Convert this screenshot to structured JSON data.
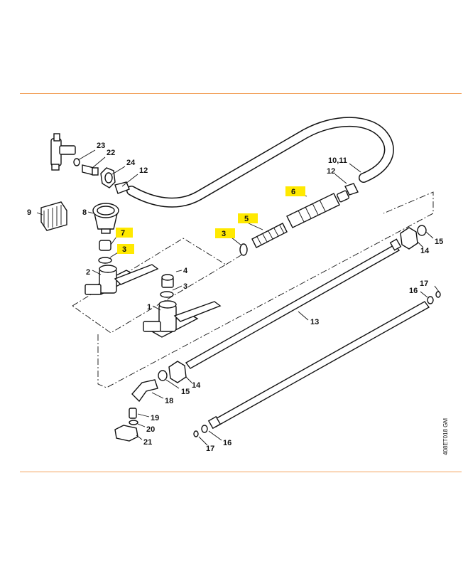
{
  "callouts": [
    {
      "id": "c23",
      "text": "23",
      "highlight": false
    },
    {
      "id": "c22",
      "text": "22",
      "highlight": false
    },
    {
      "id": "c24",
      "text": "24",
      "highlight": false
    },
    {
      "id": "c12a",
      "text": "12",
      "highlight": false
    },
    {
      "id": "c1011",
      "text": "10,11",
      "highlight": false
    },
    {
      "id": "c12b",
      "text": "12",
      "highlight": false
    },
    {
      "id": "c6",
      "text": "6",
      "highlight": true
    },
    {
      "id": "c9",
      "text": "9",
      "highlight": false
    },
    {
      "id": "c8",
      "text": "8",
      "highlight": false
    },
    {
      "id": "c7",
      "text": "7",
      "highlight": true
    },
    {
      "id": "c3a",
      "text": "3",
      "highlight": true
    },
    {
      "id": "c5",
      "text": "5",
      "highlight": true
    },
    {
      "id": "c3b",
      "text": "3",
      "highlight": true
    },
    {
      "id": "c2",
      "text": "2",
      "highlight": false
    },
    {
      "id": "c4",
      "text": "4",
      "highlight": false
    },
    {
      "id": "c3c",
      "text": "3",
      "highlight": false
    },
    {
      "id": "c1",
      "text": "1",
      "highlight": false
    },
    {
      "id": "c15a",
      "text": "15",
      "highlight": false
    },
    {
      "id": "c14a",
      "text": "14",
      "highlight": false
    },
    {
      "id": "c17a",
      "text": "17",
      "highlight": false
    },
    {
      "id": "c16a",
      "text": "16",
      "highlight": false
    },
    {
      "id": "c13",
      "text": "13",
      "highlight": false
    },
    {
      "id": "c14b",
      "text": "14",
      "highlight": false
    },
    {
      "id": "c15b",
      "text": "15",
      "highlight": false
    },
    {
      "id": "c18",
      "text": "18",
      "highlight": false
    },
    {
      "id": "c19",
      "text": "19",
      "highlight": false
    },
    {
      "id": "c20",
      "text": "20",
      "highlight": false
    },
    {
      "id": "c21",
      "text": "21",
      "highlight": false
    },
    {
      "id": "c16b",
      "text": "16",
      "highlight": false
    },
    {
      "id": "c17b",
      "text": "17",
      "highlight": false
    }
  ],
  "drawing_code": "408ET018 GM",
  "colors": {
    "rule": "#f2a25c",
    "highlight": "#ffe900",
    "ink": "#111111"
  }
}
